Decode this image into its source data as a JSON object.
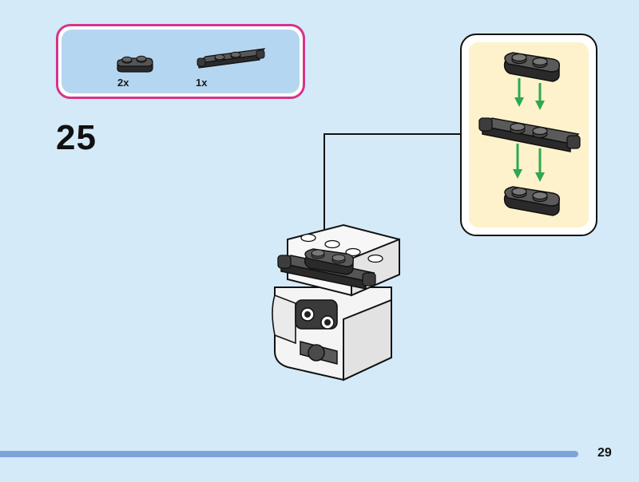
{
  "parts_list": {
    "items": [
      {
        "name": "plate-1x2-rounded-dark",
        "quantity": "2x"
      },
      {
        "name": "plate-1x4-offset-clip-dark",
        "quantity": "1x"
      }
    ]
  },
  "step": {
    "number": "25"
  },
  "page": {
    "number": "29"
  },
  "colors": {
    "background": "#d4eaf8",
    "parts_border": "#d6338c",
    "parts_fill": "#b5d6f1",
    "callout_fill": "#fdf2cc",
    "brick_dark": "#3c3c3c",
    "brick_white": "#ffffff",
    "arrow_green": "#2fa84f",
    "bottom_bar": "#7ea3db"
  }
}
